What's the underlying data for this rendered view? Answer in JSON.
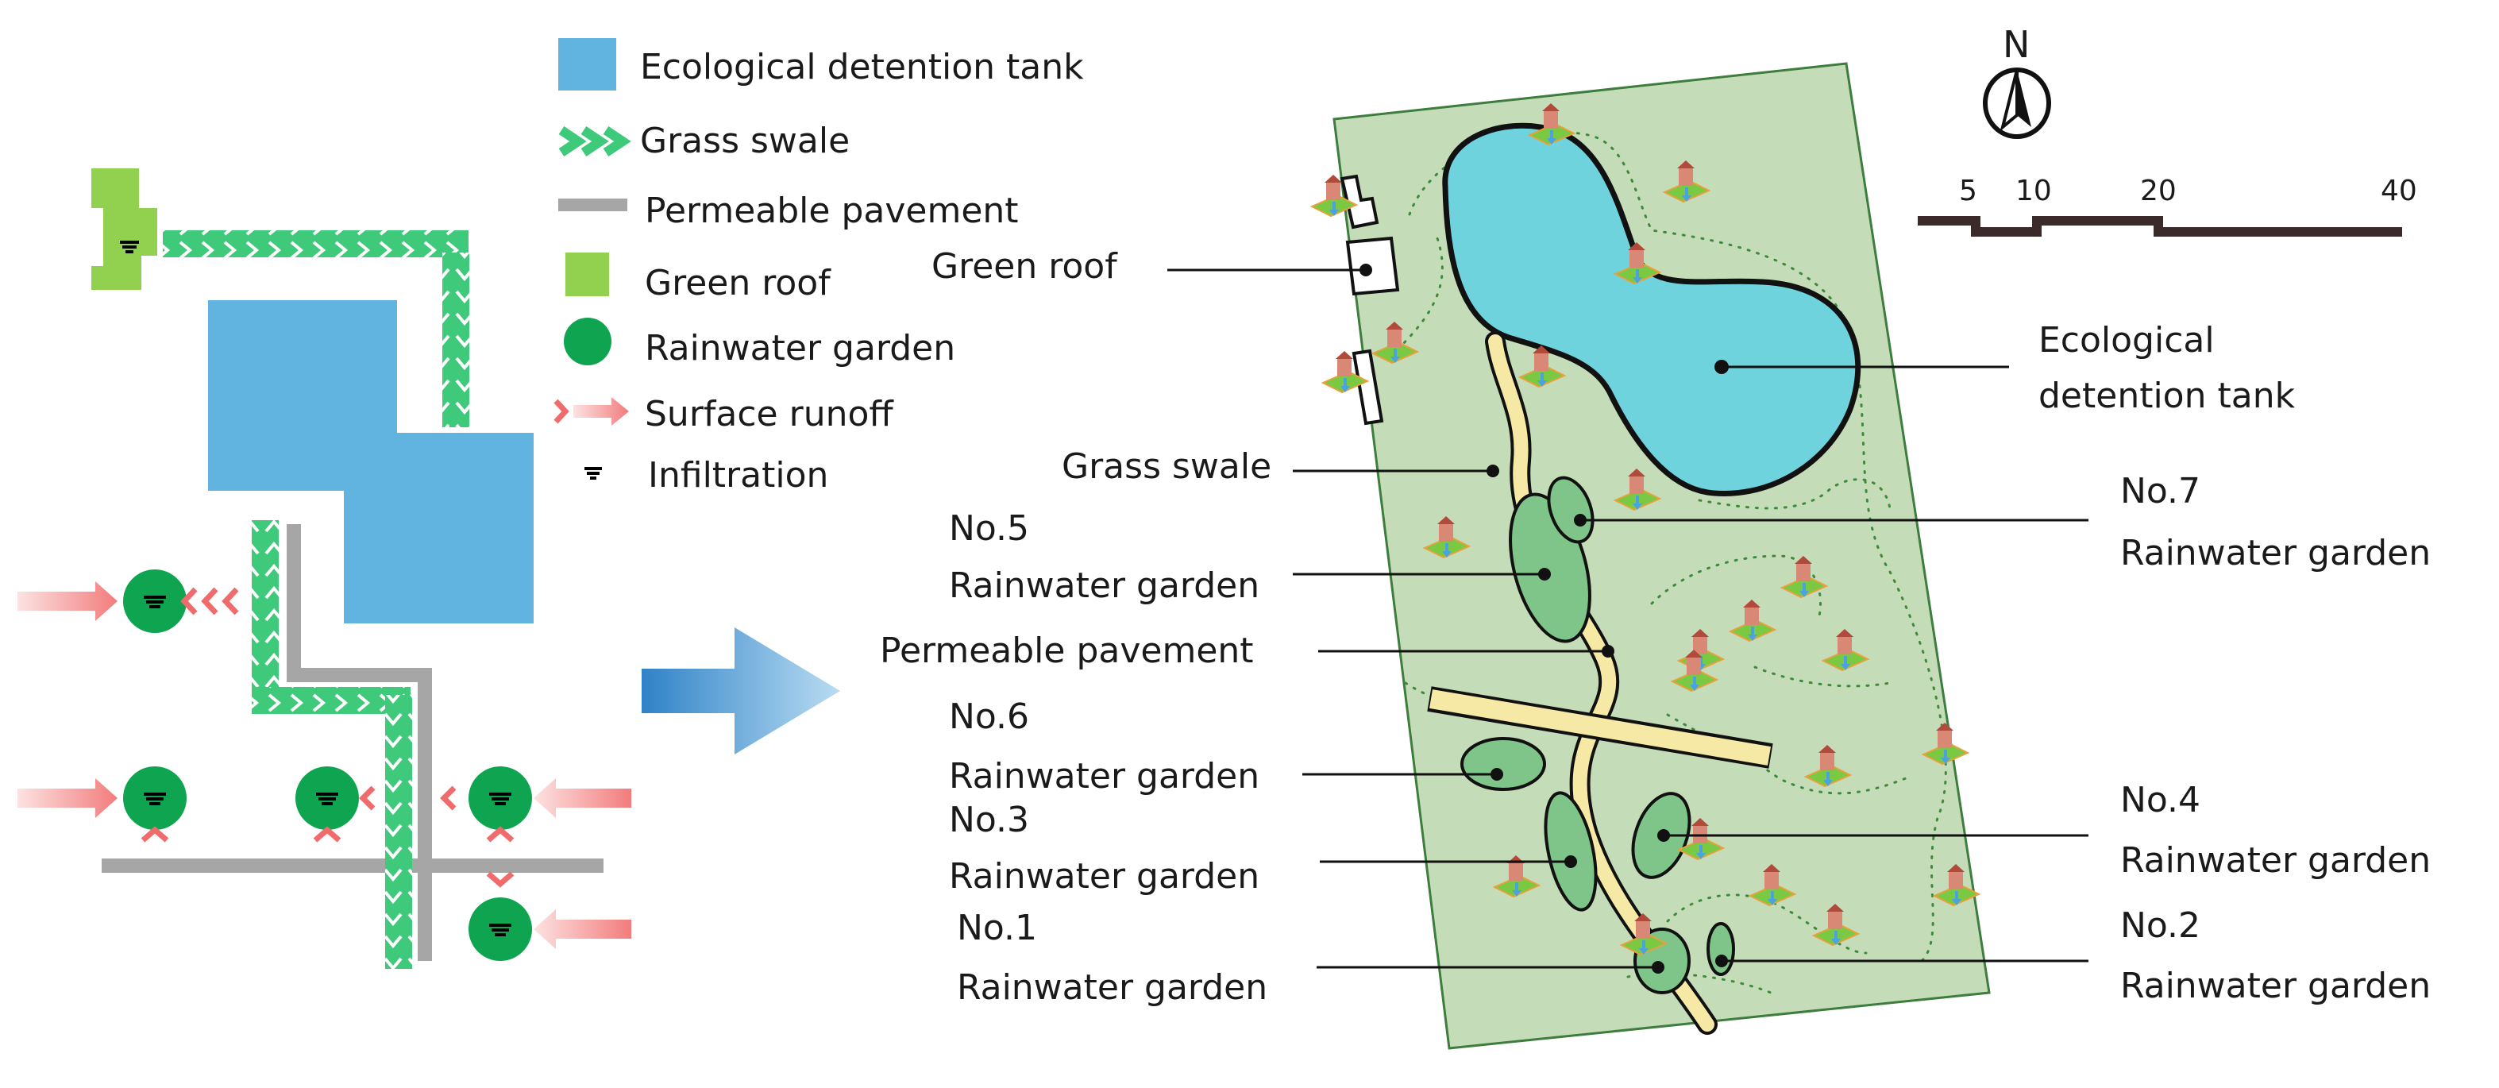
{
  "legend": {
    "tank": "Ecological detention tank",
    "swale": "Grass swale",
    "pavement": "Permeable pavement",
    "roof": "Green roof",
    "garden": "Rainwater garden",
    "runoff": "Surface runoff",
    "infiltration": "Infiltration"
  },
  "compass": {
    "north": "N"
  },
  "scale_bar": {
    "ticks": [
      "5",
      "10",
      "20",
      "40"
    ]
  },
  "callouts": {
    "green_roof": "Green roof",
    "tank_line1": "Ecological",
    "tank_line2": "detention tank",
    "grass_swale": "Grass swale",
    "permeable_pavement": "Permeable pavement",
    "no5": "No.5",
    "no6": "No.6",
    "no3": "No.3",
    "no1": "No.1",
    "no7": "No.7",
    "no4": "No.4",
    "no2": "No.2",
    "rain_garden": "Rainwater garden"
  },
  "colors": {
    "tank_legend": "#62b4e0",
    "tank_map": "#6fd3dd",
    "swale": "#3fc97a",
    "pavement_legend": "#a6a6a6",
    "pavement_map": "#f6e9a6",
    "roof": "#92d050",
    "garden": "#0fa450",
    "garden_map": "#7fc58a",
    "runoff": "#f38c8c",
    "site": "#c5dcb8",
    "arrow": "#2f82c7"
  }
}
